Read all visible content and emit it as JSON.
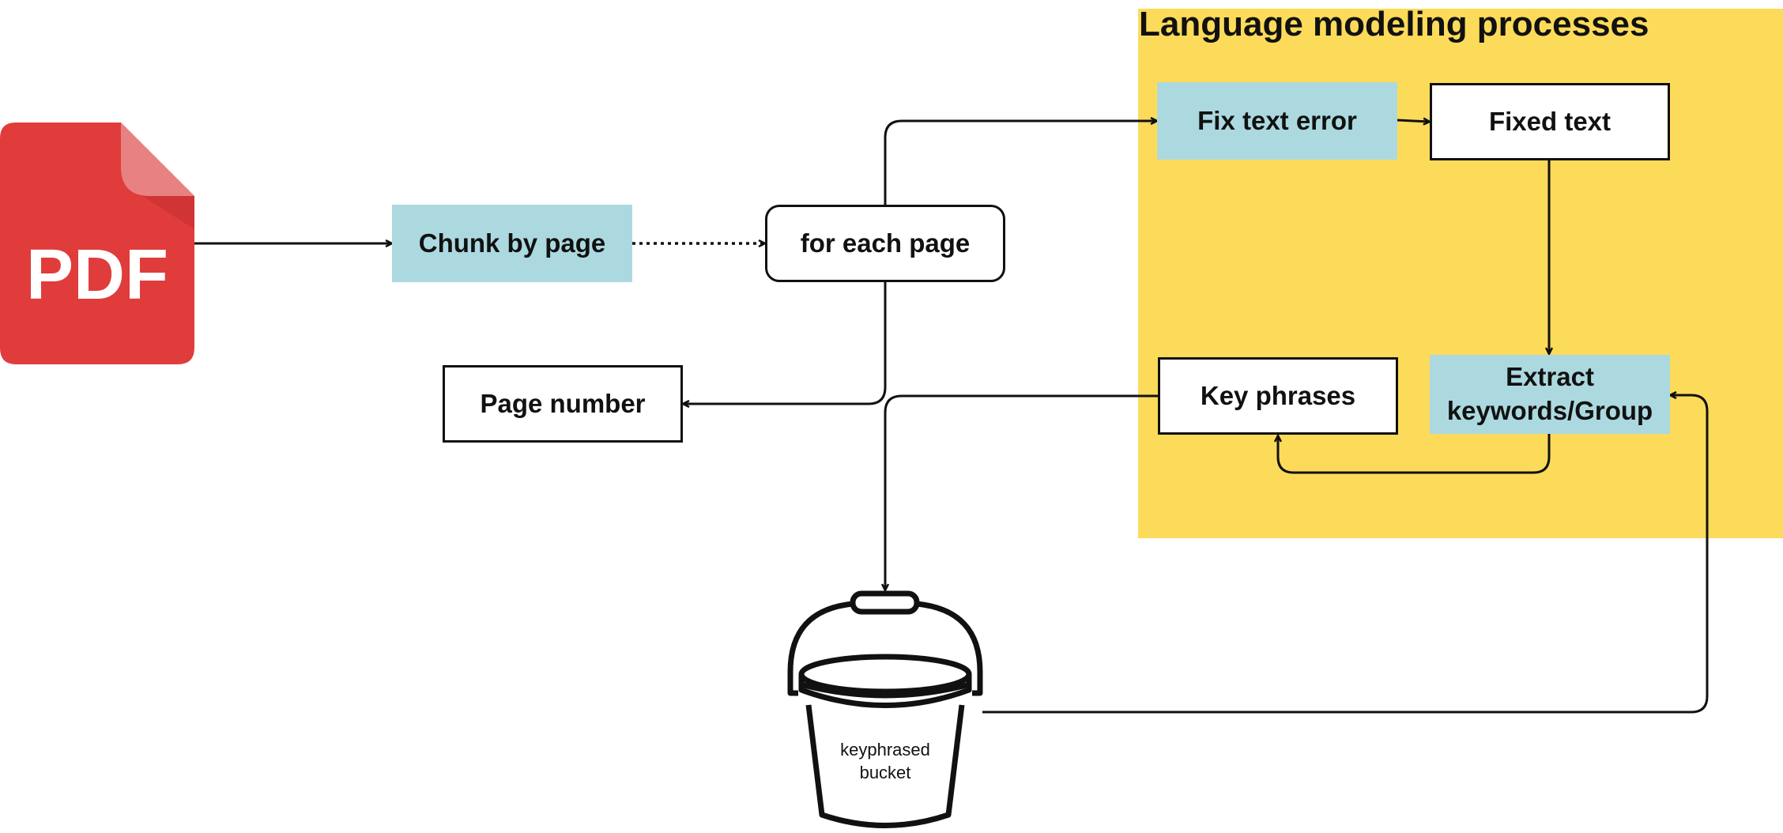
{
  "region": {
    "title": "Language modeling processes"
  },
  "pdf_icon": {
    "label": "PDF",
    "color": "#e03c3c"
  },
  "nodes": {
    "chunk_by_page": "Chunk by page",
    "for_each_page": "for each page",
    "page_number": "Page number",
    "fix_text_error": "Fix text error",
    "fixed_text": "Fixed text",
    "key_phrases": "Key phrases",
    "extract_keywords": "Extract keywords/Group"
  },
  "bucket": {
    "label": "keyphrased\nbucket"
  },
  "colors": {
    "highlight_fill": "#acd9df",
    "region_fill": "#fddb5a",
    "stroke": "#111111"
  }
}
